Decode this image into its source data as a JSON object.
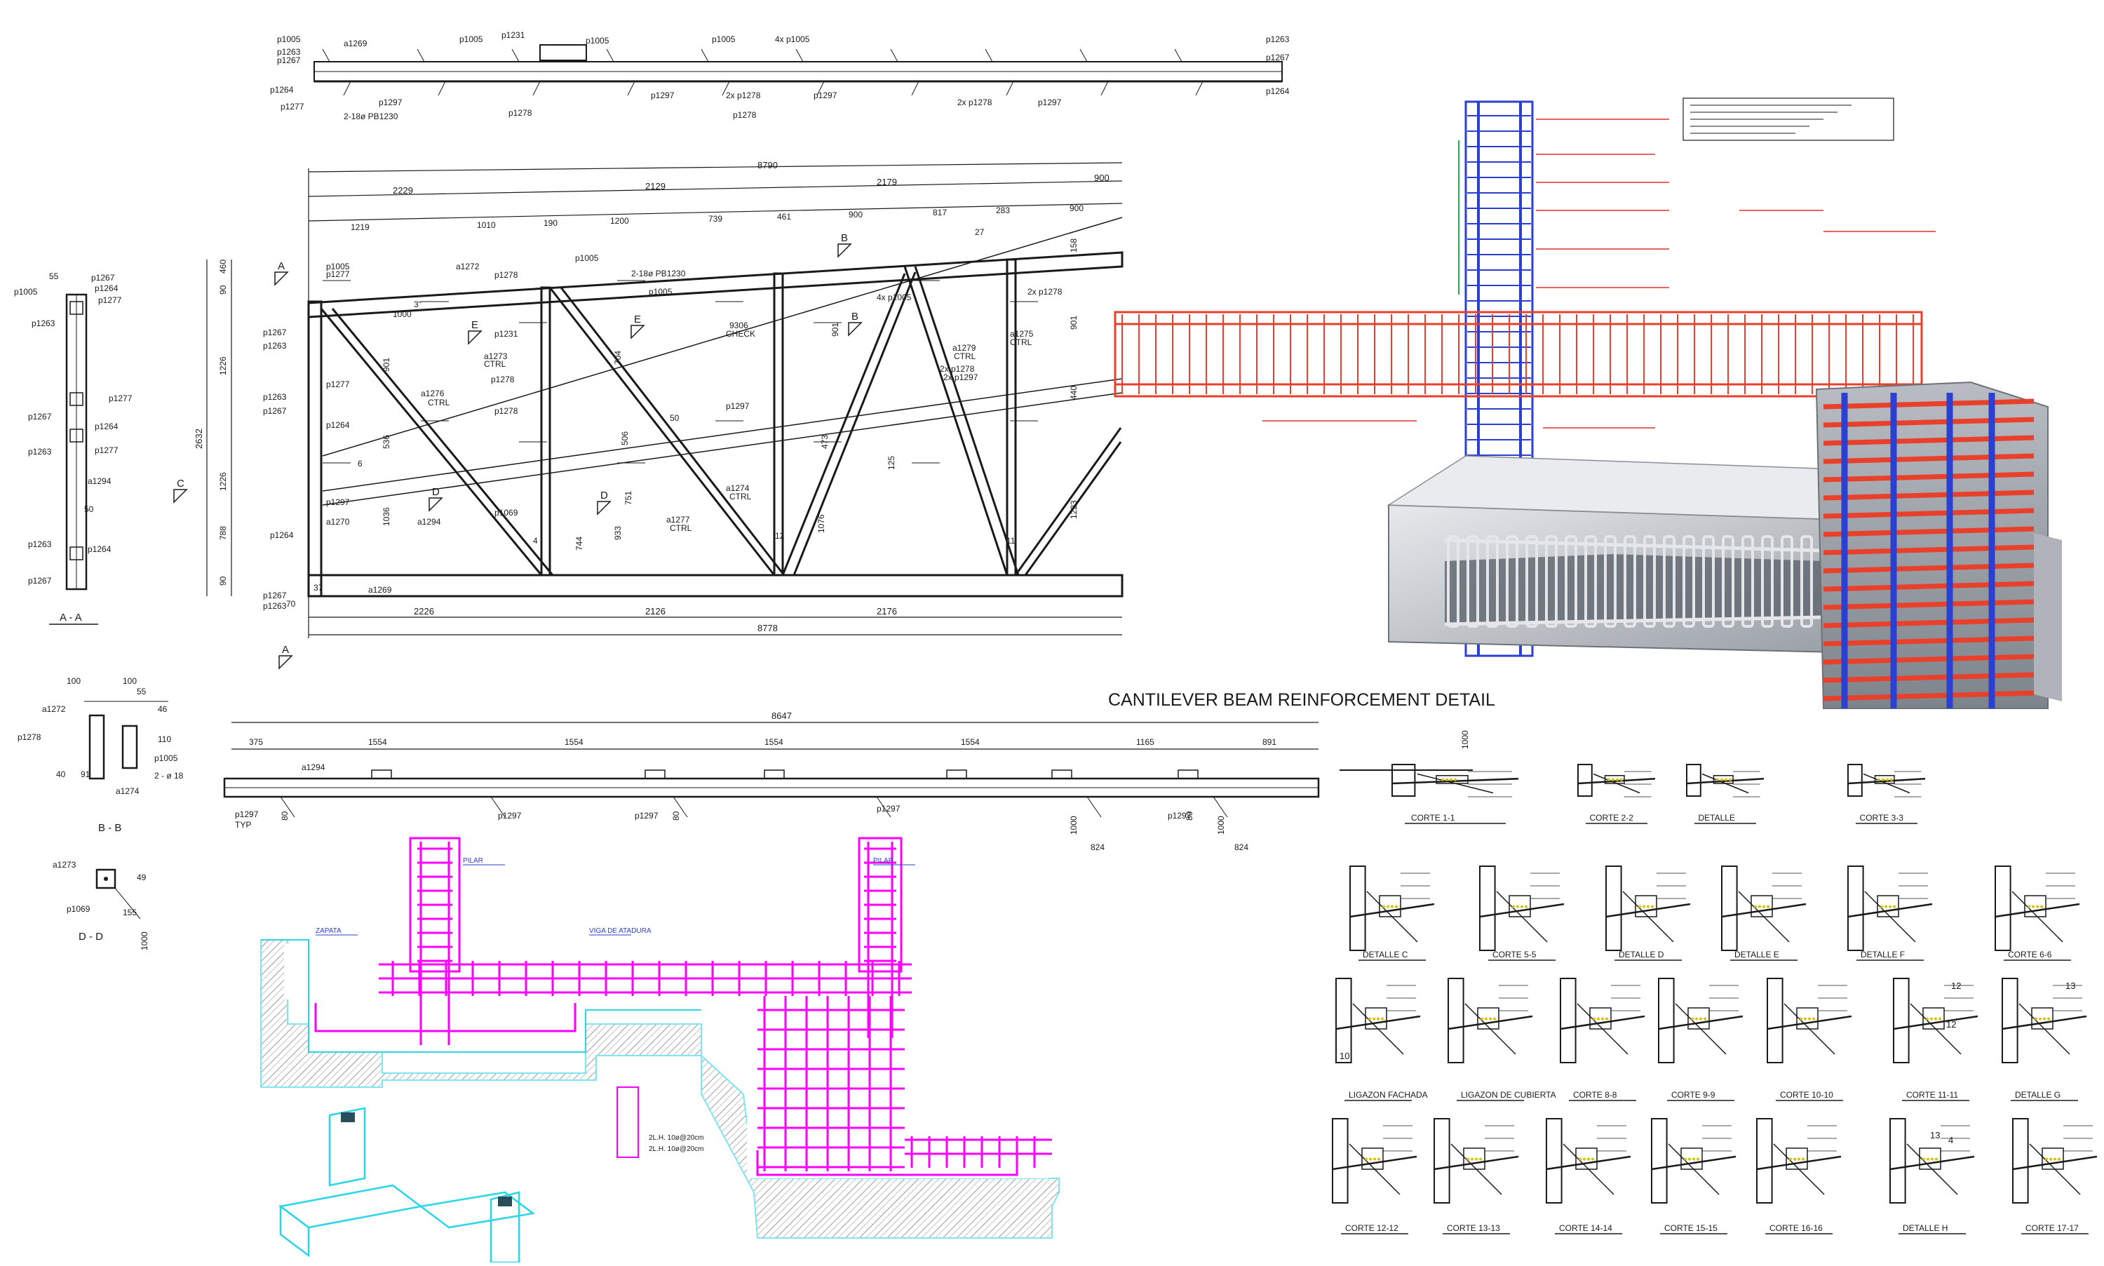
{
  "colors": {
    "ink": "#1a1a1a",
    "rebar_red": "#e8402a",
    "column_blue": "#2b3fd0",
    "rebar_magenta": "#ff00ff",
    "footing_cyan": "#29d6e8",
    "concrete_grey": "#c9ccd1",
    "leader_red": "#e03030",
    "accent_green": "#21b34a"
  },
  "caption": "CANTILEVER BEAM REINFORCEMENT DETAIL",
  "truss_elevation": {
    "overall_top": "8790",
    "upper_dims": [
      "2229",
      "2129",
      "2179",
      "900"
    ],
    "second_dims": [
      "1219",
      "1010",
      "190",
      "1200",
      "739",
      "461",
      "900",
      "817",
      "283",
      "900"
    ],
    "bottom_dims": [
      "2226",
      "2126",
      "2176"
    ],
    "overall_bottom": "8778",
    "left_dims": [
      "460",
      "90",
      "1226",
      "1226",
      "788",
      "90"
    ],
    "total_height": "2632",
    "right_dims": [
      "158",
      "901",
      "440",
      "1223"
    ],
    "web_lengths": [
      "901",
      "704",
      "506",
      "751",
      "933",
      "744",
      "1036",
      "536",
      "1076",
      "901",
      "473",
      "125"
    ],
    "section_marks": [
      "A",
      "B",
      "B",
      "C",
      "D",
      "D",
      "E",
      "E",
      "A"
    ],
    "labels": [
      "p1005",
      "a1272",
      "p1278",
      "p1005",
      "p1005",
      "p1267",
      "p1263",
      "p1277",
      "a1276",
      "CTRL",
      "p1263",
      "p1267",
      "p1264",
      "p1277",
      "p1297",
      "a1270",
      "a1294",
      "p1264",
      "p1267",
      "p1263",
      "a1269",
      "a1273",
      "CTRL",
      "p1278",
      "p1231",
      "p1278",
      "p1069",
      "a1277",
      "CTRL",
      "a1274",
      "CTRL",
      "p1297",
      "a1279",
      "CTRL",
      "2x p1278",
      "2x p1297",
      "a1275",
      "CTRL",
      "4x p1005",
      "2x p1278",
      "9306",
      "CHECK",
      "2-18ø PB1230",
      "1000",
      "3\"",
      "27",
      "37",
      "70",
      "12",
      "11",
      "6",
      "4",
      "50"
    ]
  },
  "top_chord": {
    "labels": [
      "p1005",
      "p1263",
      "p1267",
      "a1269",
      "p1005",
      "p1231",
      "p1005",
      "p1005",
      "4x p1005",
      "p1263",
      "p1267",
      "p1264",
      "p1277",
      "p1297",
      "p1278",
      "p1297",
      "2x p1278",
      "p1297",
      "p1278",
      "2x p1278",
      "p1297",
      "p1264",
      "2-18ø PB1230"
    ]
  },
  "section_aa": {
    "title": "A - A",
    "labels": [
      "p1267",
      "p1264",
      "p1277",
      "p1005",
      "p1263",
      "p1277",
      "p1267",
      "p1264",
      "p1263",
      "p1277",
      "a1294",
      "p1263",
      "p1264",
      "p1267",
      "50",
      "55"
    ]
  },
  "section_bb": {
    "title": "B - B",
    "dims": [
      "100",
      "100",
      "55",
      "46",
      "110",
      "40",
      "91"
    ],
    "labels": [
      "a1272",
      "p1278",
      "p1005",
      "2 - ø 18",
      "a1274"
    ]
  },
  "section_dd": {
    "title": "D - D",
    "labels": [
      "a1273",
      "p1069",
      "155",
      "1000",
      "49"
    ]
  },
  "bottom_chord": {
    "overall": "8647",
    "dims": [
      "375",
      "1554",
      "1554",
      "1554",
      "1554",
      "1165",
      "891"
    ],
    "labels": [
      "a1294",
      "p1297",
      "TYP",
      "p1297",
      "p1297",
      "p1297",
      "p1297",
      "1000",
      "1000",
      "824",
      "824",
      "80",
      "80",
      "80"
    ]
  },
  "footing_detail": {
    "labels": [
      "PILAR",
      "PILAR",
      "ZAPATA",
      "VIGA DE ATADURA"
    ],
    "note_lines": [
      "2L.H. 10ø@20cm",
      "2L.H. 10ø@20cm"
    ]
  },
  "steel_details": {
    "row1": [
      "CORTE 1-1",
      "CORTE 2-2",
      "DETALLE",
      "CORTE 3-3"
    ],
    "row2": [
      "DETALLE C",
      "CORTE 5-5",
      "DETALLE D",
      "DETALLE E",
      "DETALLE F",
      "CORTE 6-6"
    ],
    "row3": [
      "LIGAZON FACHADA",
      "LIGAZON DE CUBIERTA",
      "CORTE 8-8",
      "CORTE 9-9",
      "CORTE 10-10",
      "CORTE 11-11",
      "DETALLE G"
    ],
    "row4": [
      "CORTE 12-12",
      "CORTE 13-13",
      "CORTE 14-14",
      "CORTE 15-15",
      "CORTE 16-16",
      "DETALLE H",
      "CORTE 17-17"
    ],
    "dim_vertical": "1000",
    "marks": [
      "12",
      "13",
      "10",
      "12",
      "13",
      "4"
    ]
  }
}
